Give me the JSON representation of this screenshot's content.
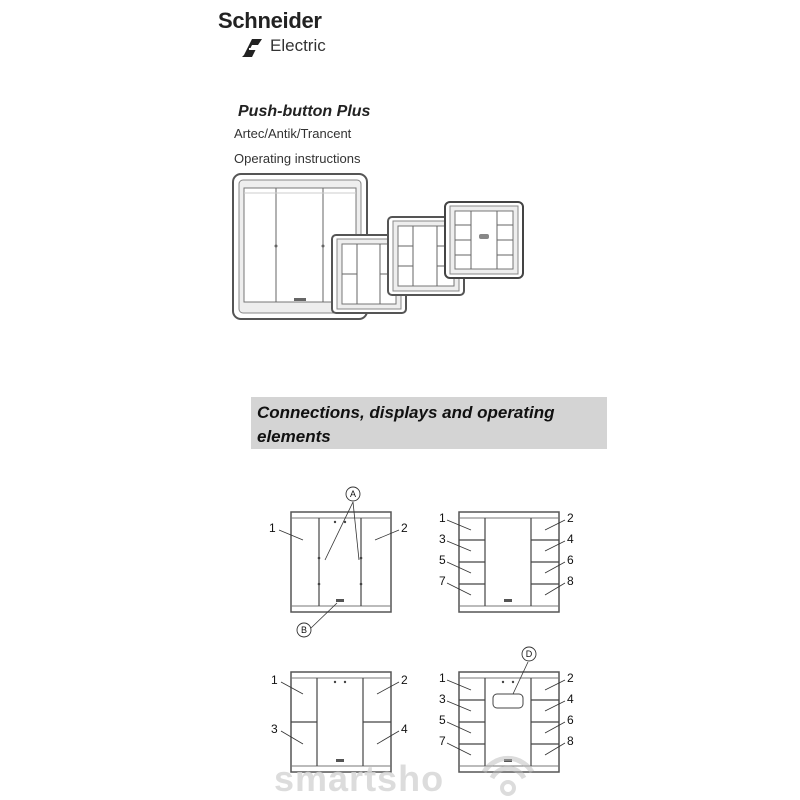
{
  "logo": {
    "brand": "Schneider",
    "sub": "Electric"
  },
  "document": {
    "title": "Push-button Plus",
    "variants": "Artec/Antik/Trancent",
    "subtitle": "Operating instructions"
  },
  "section": {
    "heading": "Connections, displays and operating elements"
  },
  "diagram1": {
    "left": "1",
    "right": "2",
    "callout_a": "A",
    "callout_b": "B"
  },
  "diagram2": {
    "l1": "1",
    "r1": "2",
    "l2": "3",
    "r2": "4",
    "l3": "5",
    "r3": "6",
    "l4": "7",
    "r4": "8"
  },
  "diagram3": {
    "l1": "1",
    "r1": "2",
    "l2": "3",
    "r2": "4"
  },
  "diagram4": {
    "l1": "1",
    "r1": "2",
    "l2": "3",
    "r2": "4",
    "l3": "5",
    "r3": "6",
    "l4": "7",
    "r4": "8",
    "callout_d": "D"
  },
  "watermark": {
    "text": "smartsho"
  },
  "colors": {
    "section_bg": "#d4d4d4",
    "line": "#333333",
    "frame": "#9a9a9a"
  }
}
